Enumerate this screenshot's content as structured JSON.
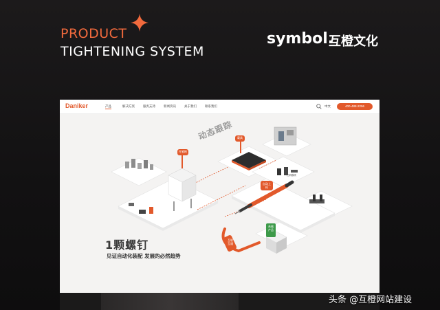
{
  "slide": {
    "title_line1": "PRODUCT",
    "title_line2": "TIGHTENING SYSTEM",
    "brand": "symbol.",
    "brand_cn": "互橙文化"
  },
  "site": {
    "logo": "Daniker",
    "nav": [
      "产品",
      "解决方案",
      "服务支持",
      "新闻资讯",
      "关于我们",
      "联系我们"
    ],
    "lang": "中文",
    "phone": "400-488-2296"
  },
  "hero": {
    "tag_dynamic": "动态跟踪",
    "tag_tighten": "拧紧枪",
    "tag_carrier": "载具",
    "tag_quality": "合格产品",
    "tag_auto": "自动上料",
    "tag_scan": "扫码模块",
    "tag_interconnect": "互联互通",
    "heading": "1颗螺钉",
    "subheading": "见证自动化装配  发展的必然趋势"
  },
  "watermark": "头条 @互橙网站建设",
  "colors": {
    "accent": "#e2592b",
    "title_accent": "#f26a3d"
  }
}
